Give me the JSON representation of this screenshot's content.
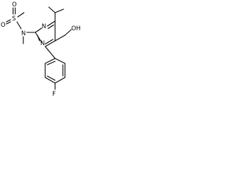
{
  "molecule": {
    "atoms": {
      "s": "S",
      "o_top": "O",
      "o_left": "O",
      "n_amine": "N",
      "n_ring_top": "N",
      "n_ring_bottom": "N",
      "oh": "OH",
      "f": "F"
    },
    "colors": {
      "bond": "#000000",
      "label": "#000000",
      "background": "#ffffff"
    }
  }
}
